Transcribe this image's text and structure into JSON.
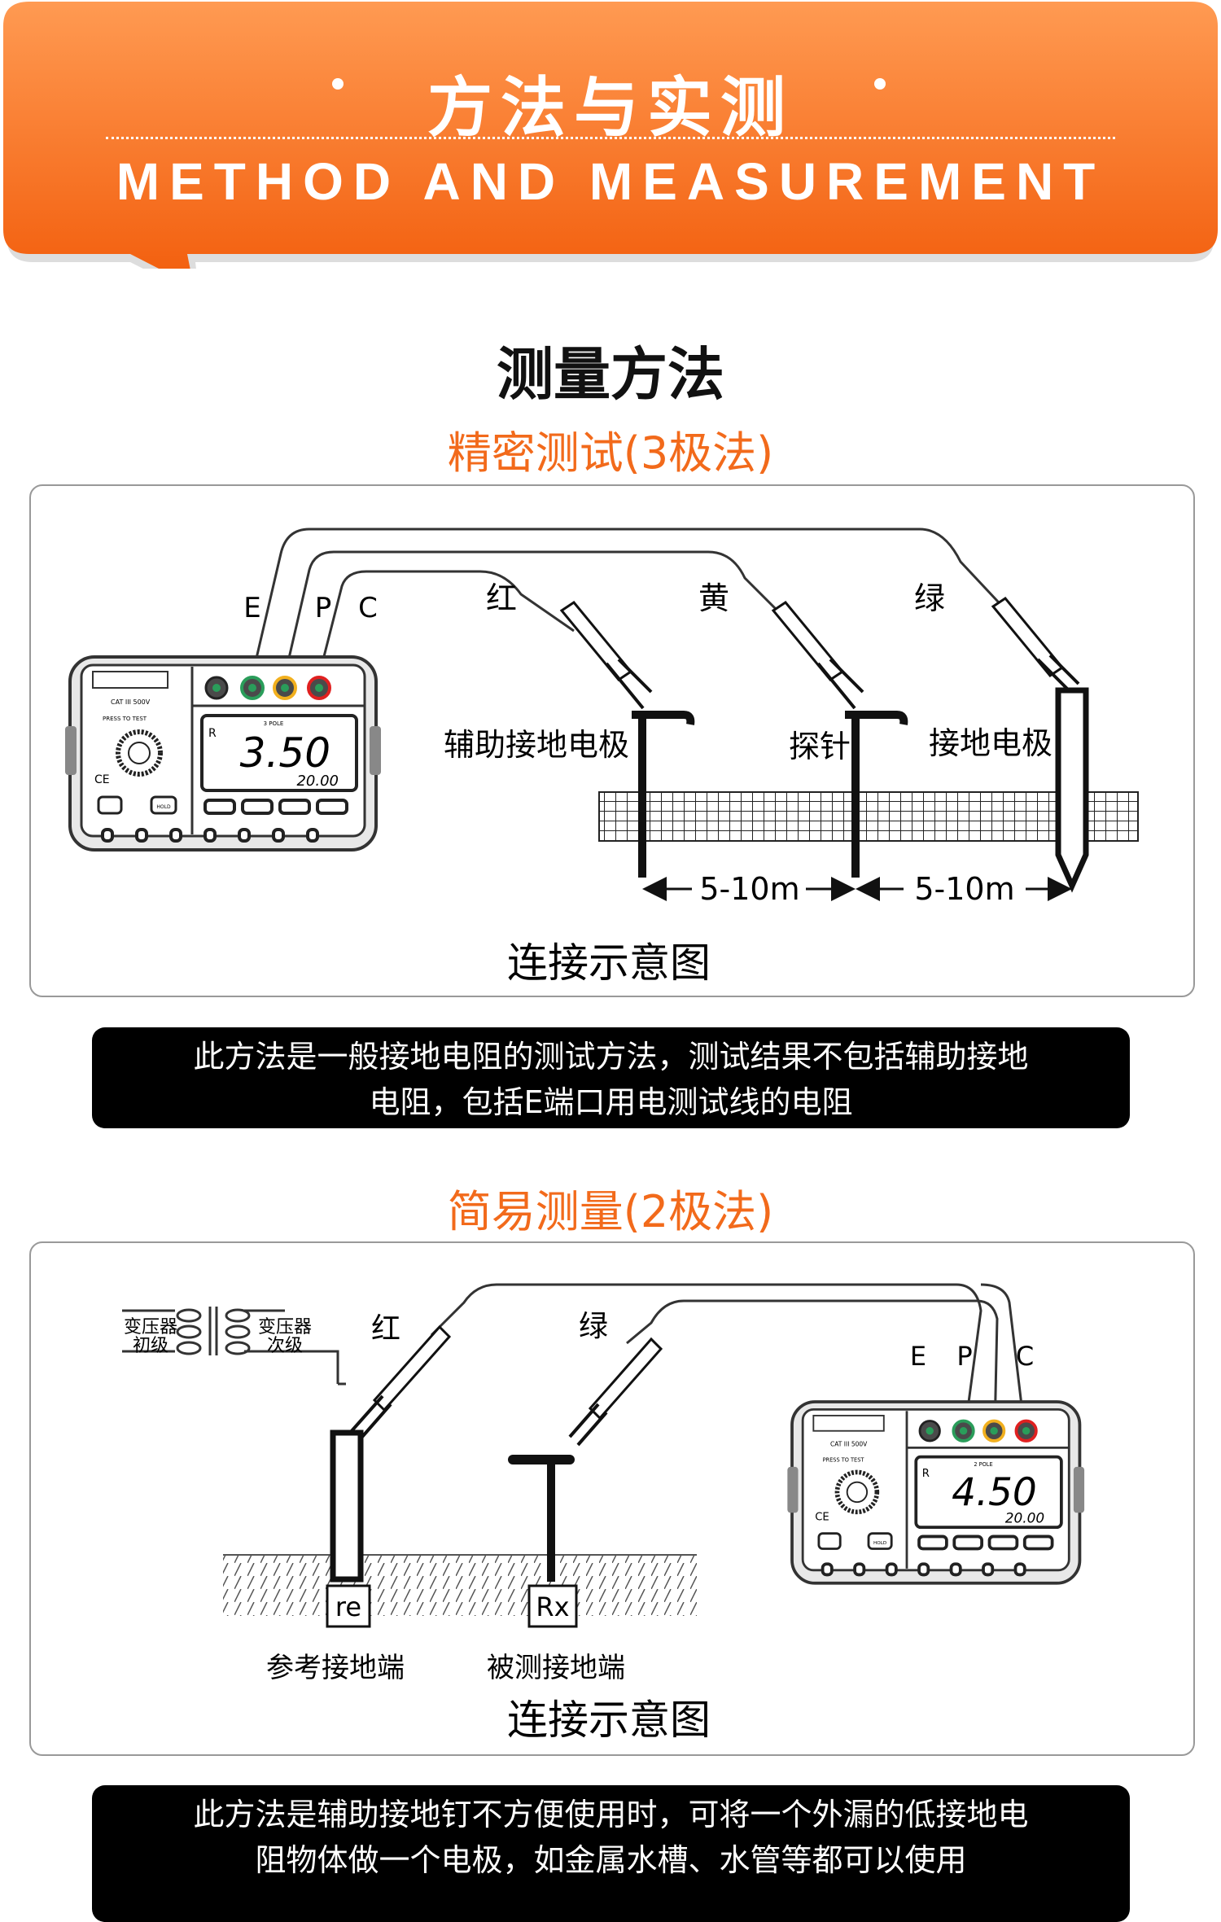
{
  "header": {
    "title_cn": "方法与实测",
    "title_en": "METHOD AND MEASUREMENT",
    "colors": {
      "orange_light": "#ff9a52",
      "orange_dark": "#f25d0c"
    }
  },
  "section_title": "测量方法",
  "method1": {
    "title": "精密测试(3极法)",
    "terminals": [
      "E",
      "P",
      "C"
    ],
    "clip_colors": [
      "红",
      "黄",
      "绿"
    ],
    "electrodes": [
      "辅助接地电极",
      "探针",
      "接地电极"
    ],
    "distances": [
      "5-10m",
      "5-10m"
    ],
    "caption": "连接示意图",
    "meter": {
      "mode": "R",
      "pole": "3 POLE",
      "value": "3.50",
      "range": "20.00",
      "cat": "CAT III 500V",
      "press": "PRESS TO TEST",
      "hold": "HOLD"
    },
    "note_lines": [
      "此方法是一般接地电阻的测试方法，测试结果不包括辅助接地",
      "电阻，包括E端口用电测试线的电阻"
    ]
  },
  "method2": {
    "title": "简易测量(2极法)",
    "transformer_primary": [
      "变压器",
      "初级"
    ],
    "transformer_secondary": [
      "变压器",
      "次级"
    ],
    "clip_colors": [
      "红",
      "绿"
    ],
    "terminals": [
      "E",
      "P",
      "C"
    ],
    "electrode_labels": [
      "re",
      "Rx"
    ],
    "ground_labels": [
      "参考接地端",
      "被测接地端"
    ],
    "caption": "连接示意图",
    "meter": {
      "mode": "R",
      "pole": "2 POLE",
      "value": "4.50",
      "range": "20.00",
      "cat": "CAT III 500V",
      "press": "PRESS TO TEST",
      "hold": "HOLD"
    },
    "note_lines": [
      "此方法是辅助接地钉不方便使用时，可将一个外漏的低接地电",
      "阻物体做一个电极，如金属水槽、水管等都可以使用"
    ]
  }
}
